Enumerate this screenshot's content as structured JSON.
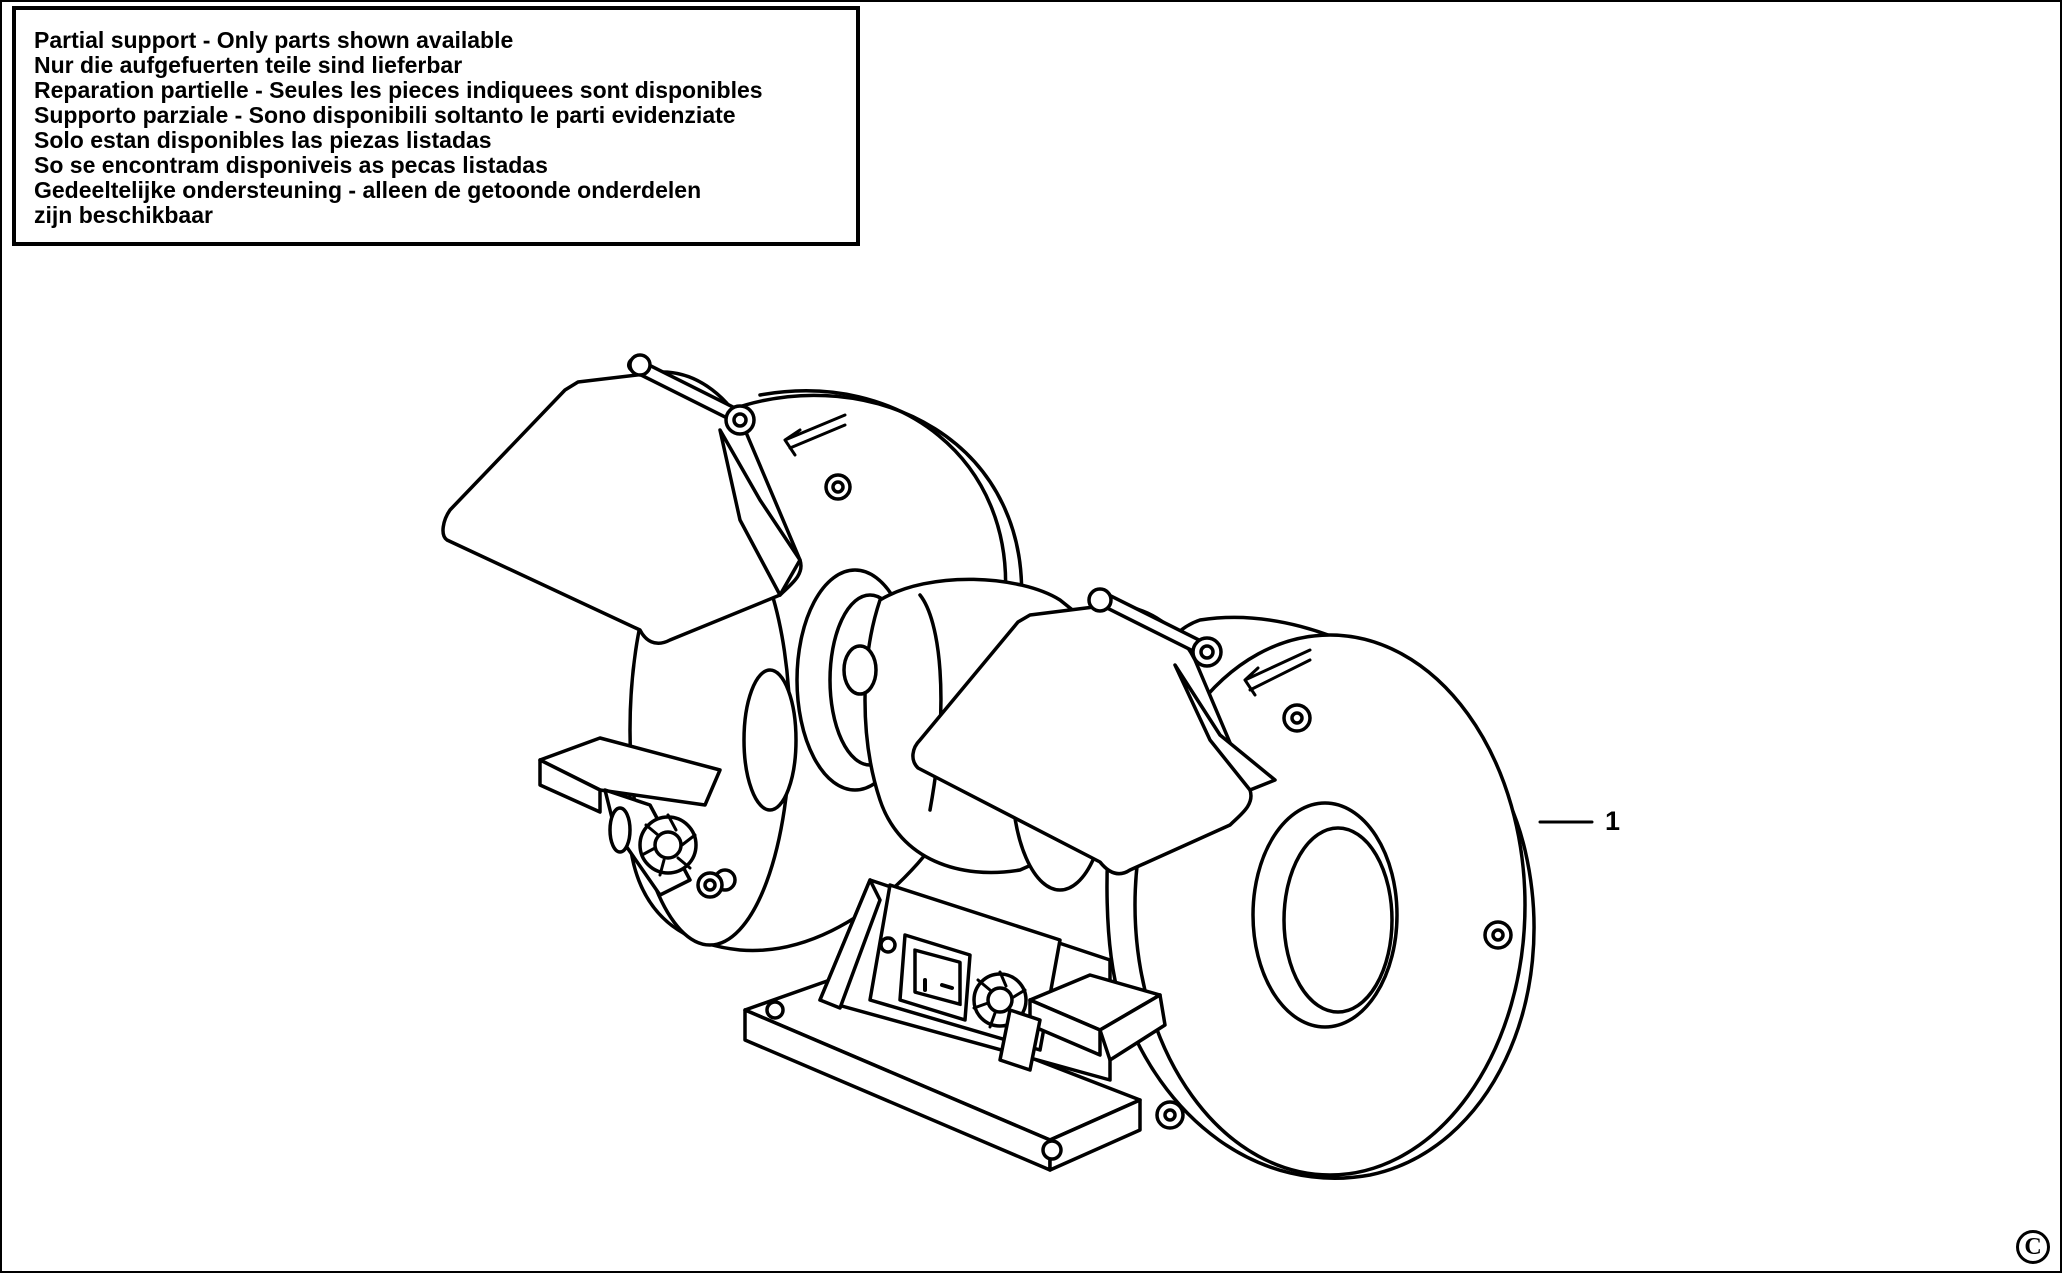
{
  "notice": {
    "lines": [
      "Partial support - Only parts shown available",
      "Nur die aufgefuerten teile sind lieferbar",
      "Reparation partielle - Seules les pieces indiquees sont disponibles",
      "Supporto parziale - Sono disponibili soltanto le parti evidenziate",
      "Solo estan disponibles las piezas listadas",
      "So se encontram disponiveis as pecas listadas",
      "Gedeeltelijke ondersteuning - alleen de getoonde onderdelen",
      "zijn beschikbaar"
    ]
  },
  "diagram": {
    "subject": "bench-grinder",
    "callouts": [
      {
        "number": "1"
      }
    ]
  },
  "footer": {
    "copyright_symbol": "C"
  },
  "colors": {
    "ink": "#000000",
    "paper": "#ffffff"
  }
}
